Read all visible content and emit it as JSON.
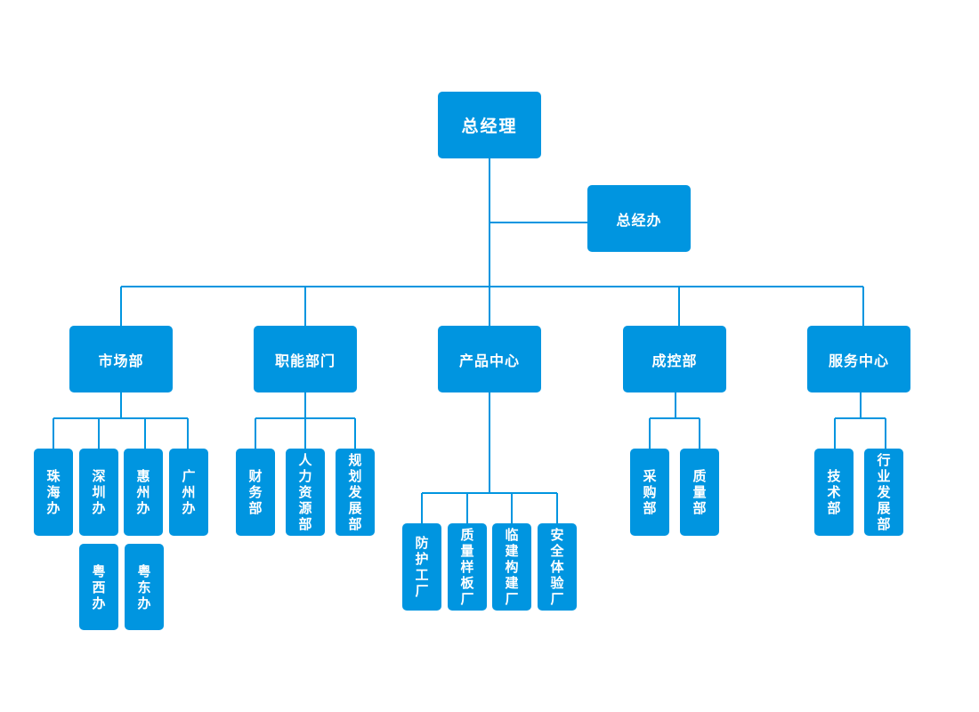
{
  "colors": {
    "box": "#0095e0",
    "line": "#0095e0",
    "text": "#ffffff",
    "background": "#ffffff"
  },
  "org": {
    "root": "总经理",
    "office": "总经办",
    "departments": [
      {
        "name": "市场部",
        "units": [
          "珠海办",
          "深圳办",
          "惠州办",
          "广州办",
          "粤西办",
          "粤东办"
        ]
      },
      {
        "name": "职能部门",
        "units": [
          "财务部",
          "人力资源部",
          "规划发展部"
        ]
      },
      {
        "name": "产品中心",
        "units": [
          "防护工厂",
          "质量样板厂",
          "临建构建厂",
          "安全体验厂"
        ]
      },
      {
        "name": "成控部",
        "units": [
          "采购部",
          "质量部"
        ]
      },
      {
        "name": "服务中心",
        "units": [
          "技术部",
          "行业发展部"
        ]
      }
    ]
  }
}
